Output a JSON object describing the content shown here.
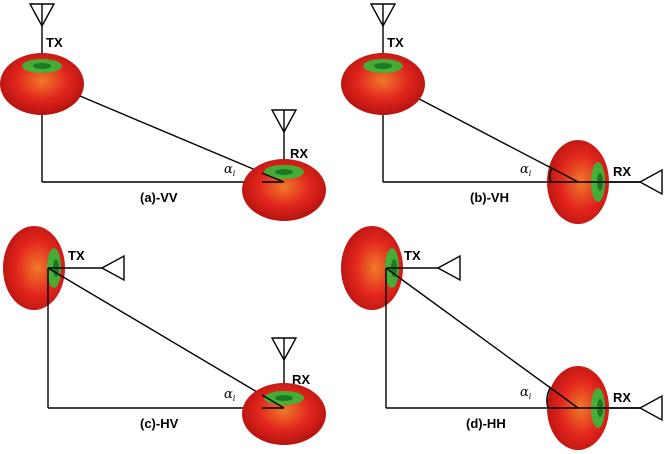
{
  "colors": {
    "lobe_outer": "#d8201c",
    "lobe_mid": "#e34a1e",
    "lobe_core": "#2cc23a",
    "line": "#000000"
  },
  "panels": [
    {
      "caption": "(a)-VV",
      "tx_label": "TX",
      "rx_label": "RX",
      "angle_symbol": "α",
      "angle_subscript": "i",
      "tx_orientation": "vertical",
      "rx_orientation": "vertical"
    },
    {
      "caption": "(b)-VH",
      "tx_label": "TX",
      "rx_label": "RX",
      "angle_symbol": "α",
      "angle_subscript": "i",
      "tx_orientation": "vertical",
      "rx_orientation": "horizontal"
    },
    {
      "caption": "(c)-HV",
      "tx_label": "TX",
      "rx_label": "RX",
      "angle_symbol": "α",
      "angle_subscript": "i",
      "tx_orientation": "horizontal",
      "rx_orientation": "vertical"
    },
    {
      "caption": "(d)-HH",
      "tx_label": "TX",
      "rx_label": "RX",
      "angle_symbol": "α",
      "angle_subscript": "i",
      "tx_orientation": "horizontal",
      "rx_orientation": "horizontal"
    }
  ]
}
